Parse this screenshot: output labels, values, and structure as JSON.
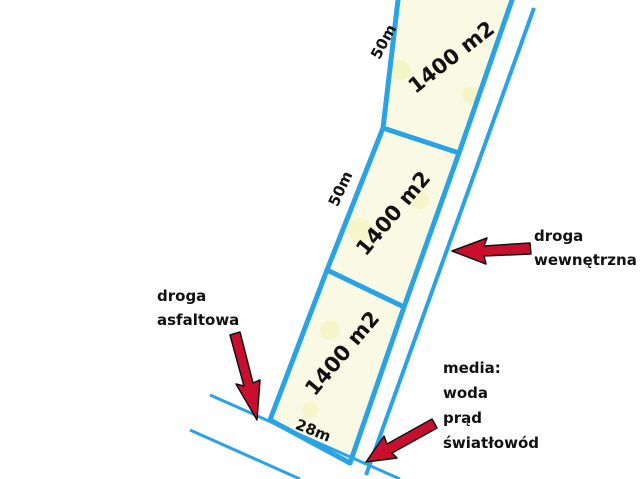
{
  "colors": {
    "boundary": "#2aa3e6",
    "plot_fill": "#fafae4",
    "plot_tint": "#eef0a6",
    "arrow_fill": "#c8102e",
    "arrow_outline": "#111111",
    "text": "#111111"
  },
  "plots": [
    {
      "label": "1400 m2"
    },
    {
      "label": "1400 m2"
    },
    {
      "label": "1400 m2"
    }
  ],
  "dimensions": {
    "top_side": "50m",
    "middle_side": "50m",
    "bottom_width": "28m"
  },
  "annotations": {
    "internal_road": {
      "line1": "droga",
      "line2": "wewnętrzna"
    },
    "asphalt_road": {
      "line1": "droga",
      "line2": "asfaltowa"
    },
    "utilities": {
      "line1": "media:",
      "line2": "woda",
      "line3": "prąd",
      "line4": "światłowód"
    }
  },
  "icons": {
    "arrow": "arrow-icon"
  }
}
